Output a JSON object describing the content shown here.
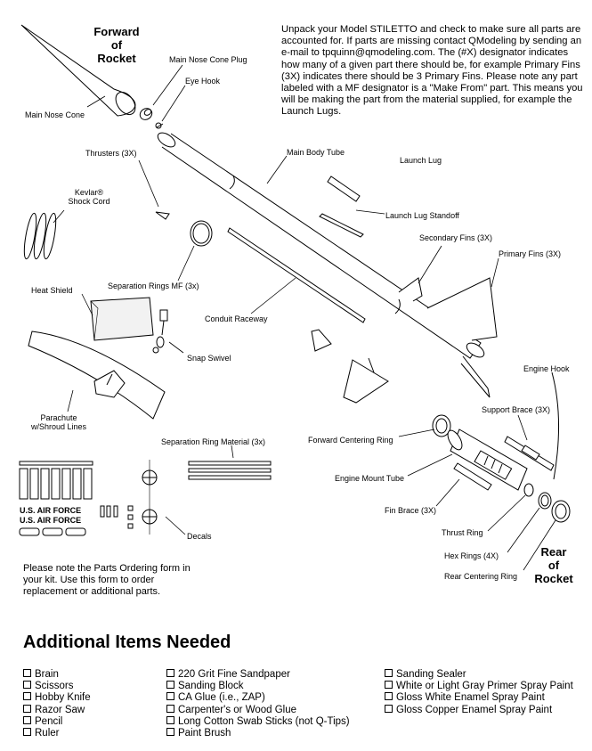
{
  "intro_text": "Unpack your Model STILETTO and check to make sure all parts are accounted for.  If parts are missing contact QModeling by sending an e-mail to tpquinn@qmodeling.com.  The (#X) designator indicates how many of a given part there should be, for example Primary Fins (3X) indicates there should be 3 Primary Fins.  Please note any part labeled with a MF designator is a \"Make From\" part.  This means you will be making the part from the material supplied, for example the Launch Lugs.",
  "forward_label": [
    "Forward",
    "of",
    "Rocket"
  ],
  "rear_label": [
    "Rear",
    "of",
    "Rocket"
  ],
  "parts": {
    "main_nose_cone": "Main Nose Cone",
    "main_nose_cone_plug": "Main Nose Cone Plug",
    "eye_hook": "Eye Hook",
    "thrusters": "Thrusters (3X)",
    "kevlar_shock_cord": [
      "Kevlar®",
      "Shock Cord"
    ],
    "main_body_tube": "Main Body Tube",
    "launch_lug": "Launch Lug",
    "launch_lug_standoff": "Launch Lug Standoff",
    "secondary_fins": "Secondary Fins (3X)",
    "primary_fins": "Primary Fins (3X)",
    "heat_shield": "Heat Shield",
    "separation_rings_mf": "Separation Rings MF (3x)",
    "conduit_raceway": "Conduit Raceway",
    "snap_swivel": "Snap Swivel",
    "engine_hook": "Engine Hook",
    "support_brace": "Support Brace (3X)",
    "parachute": [
      "Parachute",
      "w/Shroud Lines"
    ],
    "forward_centering_ring": "Forward Centering Ring",
    "separation_ring_material": "Separation Ring Material (3x)",
    "engine_mount_tube": "Engine Mount Tube",
    "fin_brace": "Fin Brace (3X)",
    "thrust_ring": "Thrust Ring",
    "hex_rings": "Hex Rings (4X)",
    "rear_centering_ring": "Rear Centering Ring",
    "decals": "Decals"
  },
  "decal_text": "U.S. AIR FORCE",
  "parts_note": "Please note the Parts Ordering form in your kit.  Use this form to order replacement or additional parts.",
  "additional_heading": "Additional Items Needed",
  "items_col1": [
    "Brain",
    "Scissors",
    "Hobby Knife",
    "Razor Saw",
    "Pencil",
    "Ruler"
  ],
  "items_col2": [
    "220 Grit Fine Sandpaper",
    "Sanding Block",
    "CA Glue (i.e., ZAP)",
    "Carpenter's or Wood Glue",
    "Long Cotton Swab Sticks (not Q-Tips)",
    "Paint Brush"
  ],
  "items_col3": [
    "Sanding Sealer",
    "White or Light Gray Primer Spray Paint",
    "Gloss White Enamel Spray Paint",
    "Gloss Copper Enamel Spray Paint"
  ]
}
